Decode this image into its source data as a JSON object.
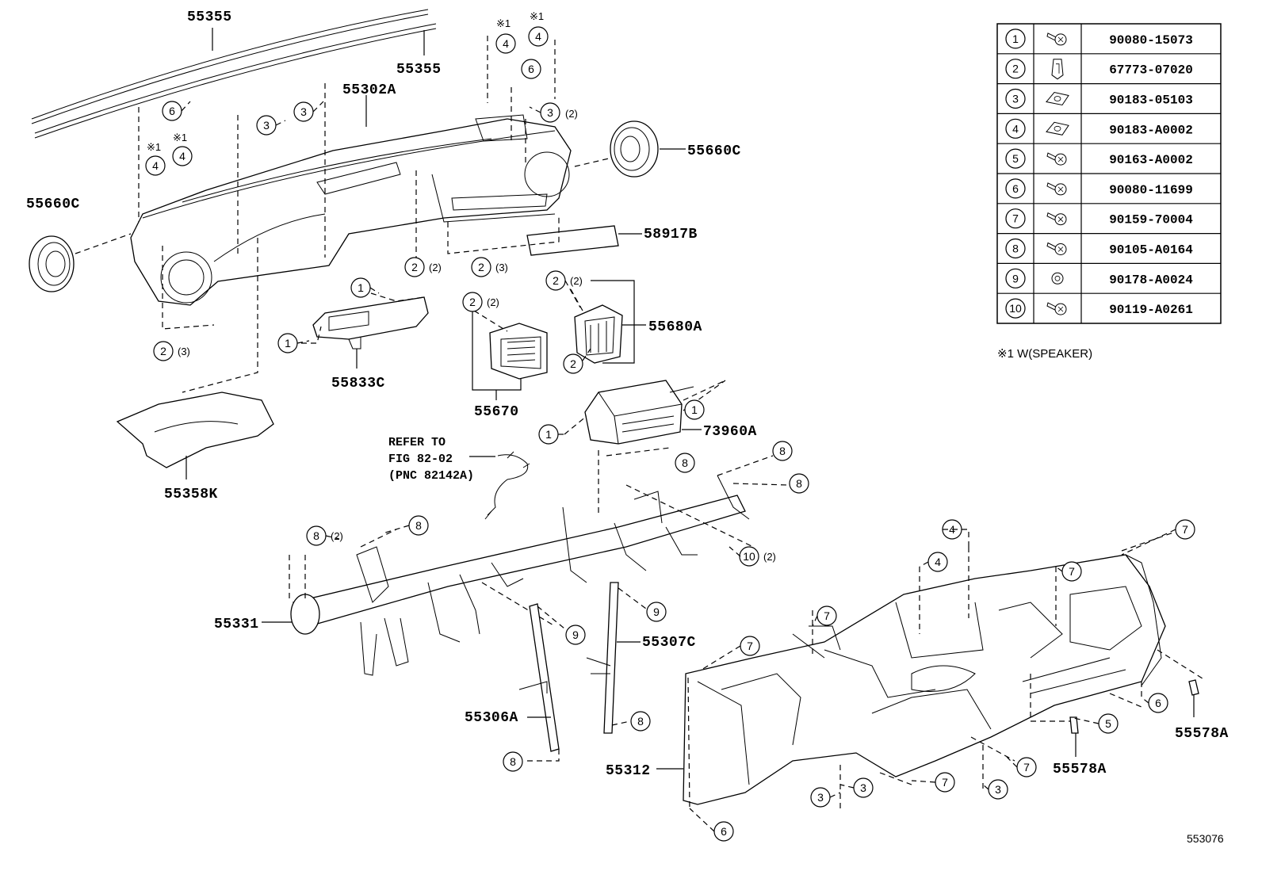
{
  "parts": {
    "p55355_a": "55355",
    "p55355_b": "55355",
    "p55302A": "55302A",
    "p55660C_left": "55660C",
    "p55660C_right": "55660C",
    "p58917B": "58917B",
    "p55680A": "55680A",
    "p55833C": "55833C",
    "p55670": "55670",
    "p73960A": "73960A",
    "p55358K": "55358K",
    "p55331": "55331",
    "p55307C": "55307C",
    "p55306A": "55306A",
    "p55312": "55312",
    "p55578A_a": "55578A",
    "p55578A_b": "55578A"
  },
  "reference": {
    "line1": "REFER TO",
    "line2": "FIG 82-02",
    "line3": "(PNC 82142A)"
  },
  "marks": {
    "asterisk": "※1"
  },
  "qty": {
    "q2": "(2)",
    "q3": "(3)"
  },
  "callouts": {
    "c1": "1",
    "c2": "2",
    "c3": "3",
    "c4": "4",
    "c5": "5",
    "c6": "6",
    "c7": "7",
    "c8": "8",
    "c9": "9",
    "c10": "10"
  },
  "fastener_table": [
    {
      "no": "1",
      "part": "90080-15073",
      "icon": "bolt-icon"
    },
    {
      "no": "2",
      "part": "67773-07020",
      "icon": "clip-icon"
    },
    {
      "no": "3",
      "part": "90183-05103",
      "icon": "nut-clip-icon"
    },
    {
      "no": "4",
      "part": "90183-A0002",
      "icon": "nut-clip-icon"
    },
    {
      "no": "5",
      "part": "90163-A0002",
      "icon": "screw-icon"
    },
    {
      "no": "6",
      "part": "90080-11699",
      "icon": "bolt-icon"
    },
    {
      "no": "7",
      "part": "90159-70004",
      "icon": "screw-icon"
    },
    {
      "no": "8",
      "part": "90105-A0164",
      "icon": "bolt-icon"
    },
    {
      "no": "9",
      "part": "90178-A0024",
      "icon": "nut-icon"
    },
    {
      "no": "10",
      "part": "90119-A0261",
      "icon": "bolt-icon"
    }
  ],
  "footnote": "※1  W(SPEAKER)",
  "figure_number": "553076"
}
